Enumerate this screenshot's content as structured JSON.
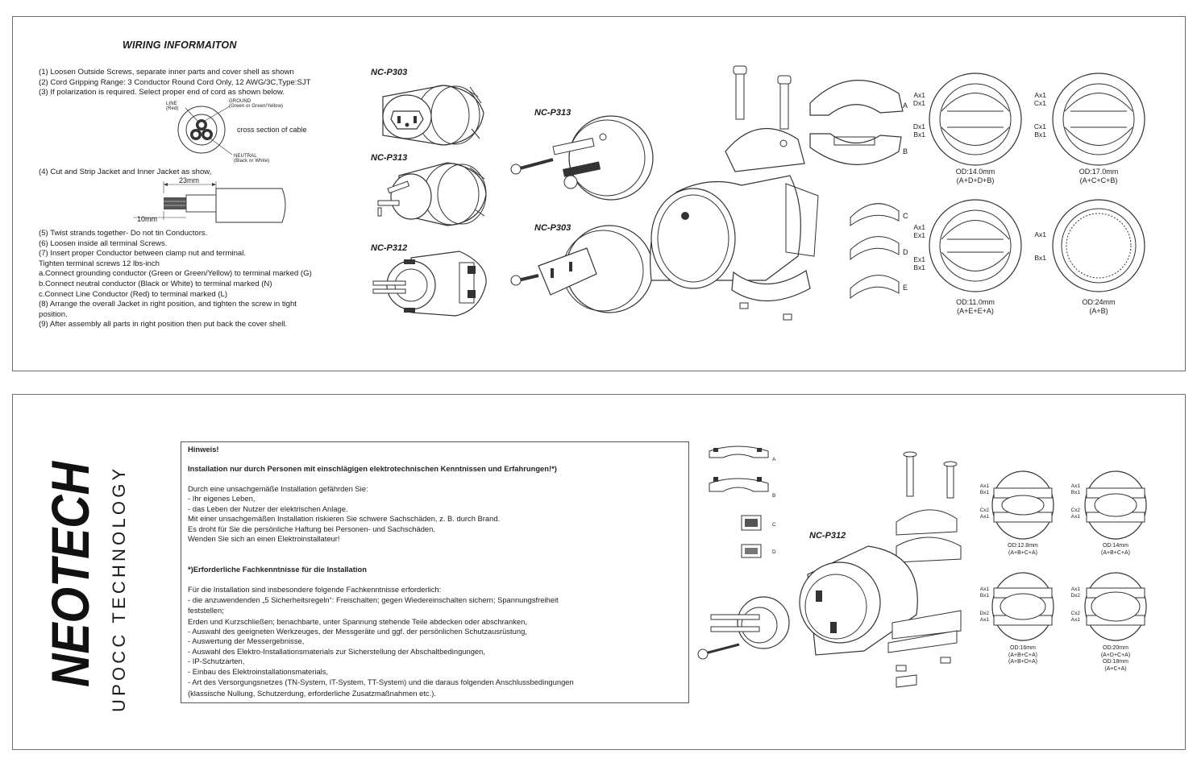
{
  "wiring": {
    "title": "WIRING INFORMAITON",
    "steps": [
      "(1) Loosen Outside Screws, separate inner parts and cover shell as shown",
      "(2) Cord Gripping Range: 3 Conductor Round Cord Only, 12 AWG/3C,Type:SJT",
      "(3) If polarization is required. Select proper end of cord as shown below."
    ],
    "cross_section": {
      "caption": "cross section of cable",
      "line_label": "LINE",
      "line_color": "(Red)",
      "ground_label": "GROUND",
      "ground_color": "(Green or Green/Yellow)",
      "neutral_label": "NEUTRAL",
      "neutral_color": "(Black or White)"
    },
    "step4": "(4) Cut and Strip Jacket and Inner Jacket as show,",
    "dim_23": "23mm",
    "dim_10": "10mm",
    "steps_b": [
      "(5) Twist strands together- Do not tin Conductors.",
      "(6) Loosen inside all terminal Screws.",
      "(7) Insert proper Conductor between clamp nut and terminal.",
      "     Tighten terminal screws 12 lbs-inch",
      "   a.Connect grounding conductor (Green or Green/Yellow) to terminal marked (G)",
      "   b.Connect neutral conductor (Black or White) to terminal marked (N)",
      "   c.Connect Line Conductor (Red) to terminal marked (L)",
      "(8) Arrange the overall Jacket in right position, and tighten the screw in tight",
      "     position.",
      "(9) After assembly all parts in right position then put back the cover shell."
    ]
  },
  "models": {
    "p303_a": "NC-P303",
    "p313_a": "NC-P313",
    "p312_a": "NC-P312",
    "p313_b": "NC-P313",
    "p303_b": "NC-P303",
    "p312_c": "NC-P312"
  },
  "top_parts": {
    "a": "A",
    "b": "B",
    "c": "C",
    "d": "D",
    "e": "E"
  },
  "top_configs": [
    {
      "top": "Ax1",
      "top2": "Dx1",
      "bot": "Dx1",
      "bot2": "Bx1",
      "od": "OD:14.0mm",
      "combo": "(A+D+D+B)"
    },
    {
      "top": "Ax1",
      "top2": "Cx1",
      "bot": "Cx1",
      "bot2": "Bx1",
      "od": "OD:17.0mm",
      "combo": "(A+C+C+B)"
    },
    {
      "top": "Ax1",
      "top2": "Ex1",
      "bot": "Ex1",
      "bot2": "Bx1",
      "od": "OD:11.0mm",
      "combo": "(A+E+E+A)"
    },
    {
      "top": "Ax1",
      "top2": "",
      "bot": "Bx1",
      "bot2": "",
      "od": "OD:24mm",
      "combo": "(A+B)"
    }
  ],
  "brand": {
    "name": "NEOTECH",
    "tagline": "UPOCC TECHNOLOGY"
  },
  "notice": {
    "lines": [
      "Hinweis!",
      "Installation nur durch Personen mit einschlägigen elektrotechnischen Kenntnissen und Erfahrungen!*)",
      "Durch eine unsachgemäße Installation gefährden Sie:",
      "-              Ihr eigenes Leben,",
      "-              das Leben der Nutzer der elektrischen Anlage.",
      "Mit einer unsachgemäßen Installation riskieren Sie schwere Sachschäden, z. B. durch Brand.",
      "Es droht für Sie die persönliche Haftung bei Personen- und Sachschäden.",
      "Wenden Sie sich an einen Elektroinstallateur!",
      "*)Erforderliche Fachkenntnisse für die Installation",
      "Für die Installation sind insbesondere folgende Fachkenntnisse erforderlich:",
      "-              die anzuwendenden „5 Sicherheitsregeln“: Freischalten; gegen Wiedereinschalten sichern; Spannungsfreiheit",
      "feststellen;",
      "               Erden und Kurzschließen; benachbarte, unter Spannung stehende Teile abdecken oder abschranken,",
      "-              Auswahl des geeigneten Werkzeuges, der Messgeräte und ggf. der persönlichen Schutzausrüstung,",
      "-              Auswertung der Messergebnisse,",
      "-              Auswahl des Elektro-Installationsmaterials zur Sicherstellung der Abschaltbedingungen,",
      "-              IP-Schutzarten,",
      "-              Einbau des Elektroinstallationsmaterials,",
      "-              Art des Versorgungsnetzes (TN-System, IT-System, TT-System) und die daraus folgenden Anschlussbedingungen",
      "               (klassische Nullung, Schutzerdung, erforderliche Zusatzmaßnahmen etc.)."
    ]
  },
  "bottom_parts": {
    "a": "A",
    "b": "B",
    "c": "C",
    "d": "D"
  },
  "bottom_configs": [
    {
      "l1": "Ax1",
      "l2": "Bx1",
      "l3": "Cx2",
      "l4": "Ax1",
      "od": "OD:12.8mm",
      "combo": "(A+B+C+A)",
      "od2": "",
      "combo2": ""
    },
    {
      "l1": "Ax1",
      "l2": "Bx1",
      "l3": "Cx2",
      "l4": "Ax1",
      "od": "OD:14mm",
      "combo": "(A+B+C+A)",
      "od2": "",
      "combo2": ""
    },
    {
      "l1": "Ax1",
      "l2": "Bx1",
      "l3": "Dx2",
      "l4": "Ax1",
      "od": "OD:16mm",
      "combo": "(A+B+C+A)",
      "od2": "(A+B+D+A)",
      "combo2": ""
    },
    {
      "l1": "Ax1",
      "l2": "Dx2",
      "l3": "Cx2",
      "l4": "Ax1",
      "od": "OD:20mm",
      "combo": "(A+D+C+A)",
      "od2": "OD:18mm",
      "combo2": "(A+C+A)"
    }
  ]
}
